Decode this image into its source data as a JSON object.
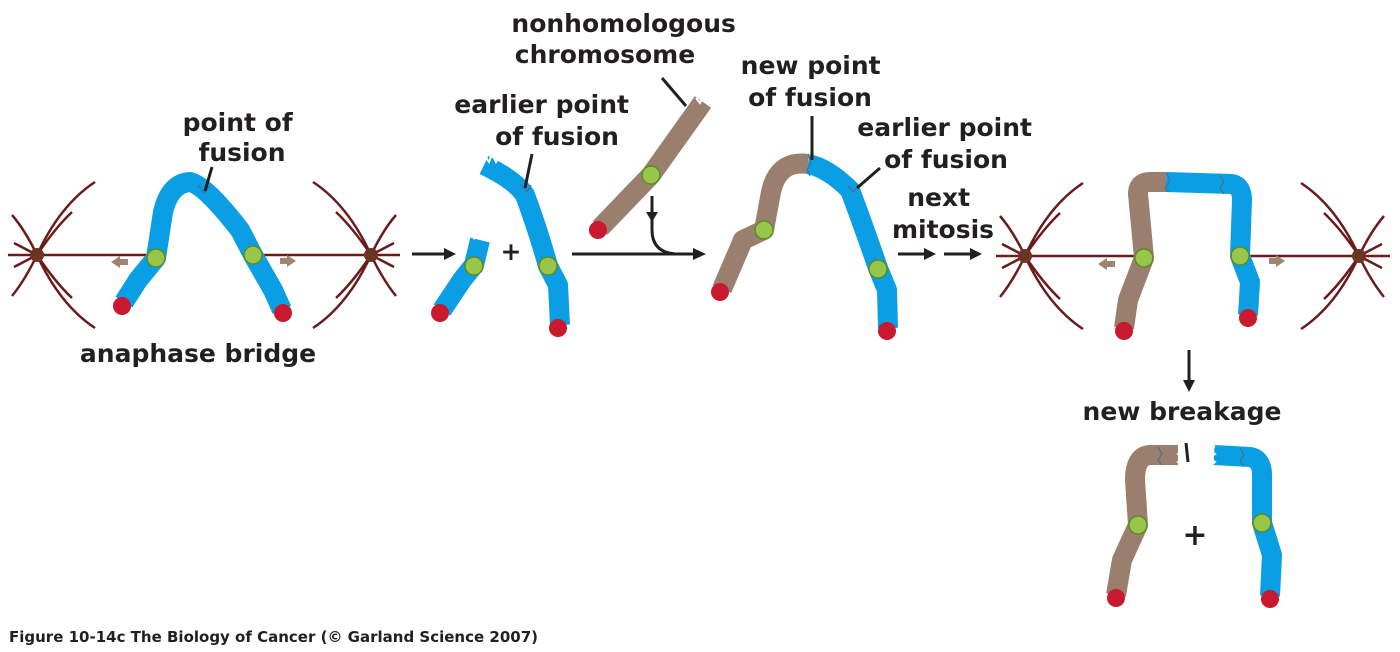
{
  "labels": {
    "point_of_fusion": [
      "point of",
      "fusion"
    ],
    "anaphase_bridge": "anaphase bridge",
    "earlier_point_of_fusion_1": [
      "earlier point",
      "of fusion"
    ],
    "nonhomologous_chromosome": [
      "nonhomologous",
      "chromosome"
    ],
    "plus_sign": "+",
    "new_point_of_fusion": [
      "new point",
      "of fusion"
    ],
    "earlier_point_of_fusion_2": [
      "earlier point",
      "of fusion"
    ],
    "next_mitosis": [
      "next",
      "mitosis"
    ],
    "new_breakage": "new breakage",
    "plus_sign_2": "+"
  },
  "caption": "Figure 10-14c  The Biology of Cancer (© Garland Science 2007)",
  "colors": {
    "chromosome_original": "#0a9ee5",
    "chromosome_nonhomologous": "#9a7f6e",
    "telomere": "#c8192e",
    "centromere": "#97c64a",
    "spindle": "#6b1b1b"
  }
}
